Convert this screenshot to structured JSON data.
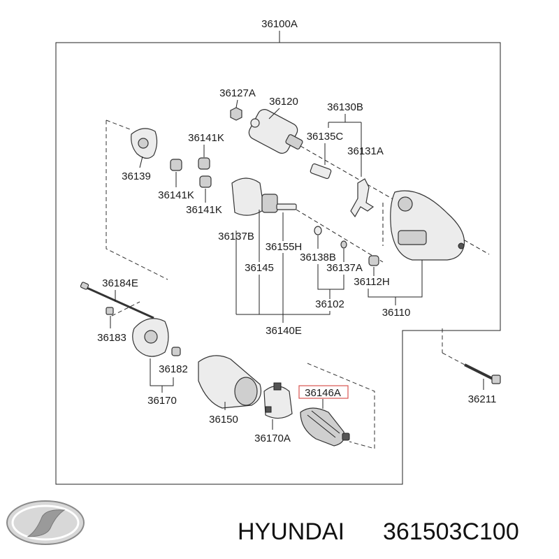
{
  "diagram": {
    "assembly_label": "36100A",
    "labels": {
      "p36127A": "36127A",
      "p36120": "36120",
      "p36130B": "36130B",
      "p36135C": "36135C",
      "p36131A": "36131A",
      "p36141K_1": "36141K",
      "p36141K_2": "36141K",
      "p36141K_3": "36141K",
      "p36139": "36139",
      "p36137B": "36137B",
      "p36155H": "36155H",
      "p36145": "36145",
      "p36138B": "36138B",
      "p36137A": "36137A",
      "p36112H": "36112H",
      "p36184E": "36184E",
      "p36183": "36183",
      "p36102": "36102",
      "p36110": "36110",
      "p36140E": "36140E",
      "p36182": "36182",
      "p36170": "36170",
      "p36150": "36150",
      "p36146A": "36146A",
      "p36170A": "36170A",
      "p36211": "36211"
    },
    "highlight_color": "#d9534f"
  },
  "footer": {
    "brand": "HYUNDAI",
    "part_number": "361503C100"
  }
}
